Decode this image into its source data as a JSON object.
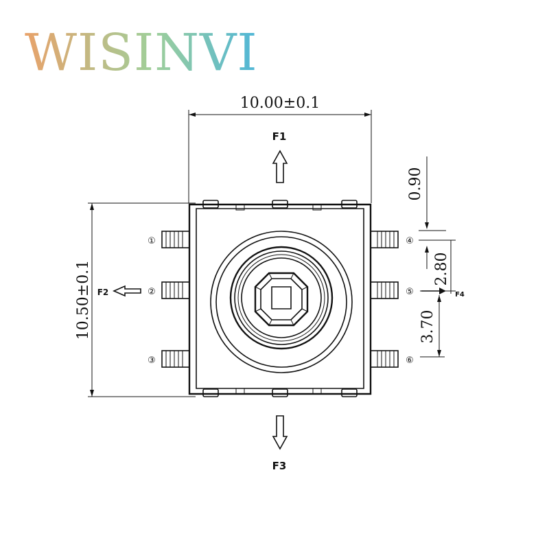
{
  "logo": {
    "text": "WISINVI",
    "gradient_start": "#e8a26a",
    "gradient_mid": "#9fcf9a",
    "gradient_end": "#4fb6d8"
  },
  "dimensions": {
    "width": "10.00±0.1",
    "height": "10.50±0.1",
    "top_offset": "0.90",
    "pin_pitch": "2.80",
    "lower_span": "3.70"
  },
  "forces": {
    "up": "F1",
    "left": "F2",
    "down": "F3",
    "right": "F4"
  },
  "pins": [
    "①",
    "②",
    "③",
    "④",
    "⑤",
    "⑥"
  ],
  "colors": {
    "line": "#111111",
    "background": "#ffffff"
  }
}
